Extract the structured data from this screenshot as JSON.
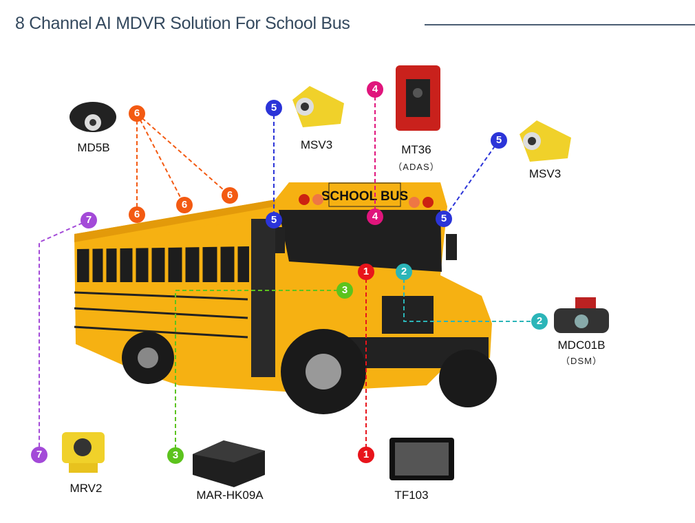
{
  "title": "8 Channel AI MDVR Solution For School Bus",
  "bus_sign": "SCHOOL BUS",
  "colors": {
    "1": "#e8141b",
    "2": "#2bb5b8",
    "3": "#5cc31d",
    "4": "#e0157c",
    "5": "#2b34d8",
    "6": "#f35a12",
    "7": "#a34ad8",
    "title": "#34495e",
    "bus": "#f6b112"
  },
  "products": [
    {
      "name": "MD5B",
      "channel": "6"
    },
    {
      "name": "MSV3",
      "channel": "5"
    },
    {
      "name": "MT36",
      "note": "（ADAS）",
      "channel": "4"
    },
    {
      "name": "MSV3",
      "channel": "5"
    },
    {
      "name": "MDC01B",
      "note": "（DSM）",
      "channel": "2"
    },
    {
      "name": "MRV2",
      "channel": "7"
    },
    {
      "name": "MAR-HK09A",
      "channel": "3"
    },
    {
      "name": "TF103",
      "channel": "1"
    }
  ],
  "badges": {
    "one": "1",
    "two": "2",
    "three": "3",
    "four": "4",
    "five": "5",
    "six": "6",
    "seven": "7"
  }
}
